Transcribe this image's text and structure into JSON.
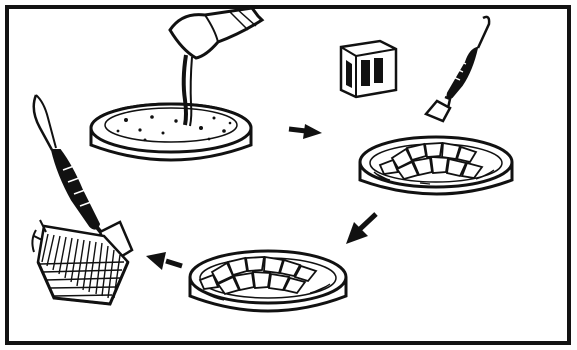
{
  "diagram": {
    "step_count": 4,
    "steps": [
      {
        "icon": "pour-into-dish-icon"
      },
      {
        "icon": "cut-in-dish-icon"
      },
      {
        "icon": "pieces-in-dish-icon"
      },
      {
        "icon": "cell-strainer-icon"
      }
    ],
    "flow": [
      "step-1",
      "step-2",
      "step-3",
      "step-4"
    ],
    "colors": {
      "ink": "#111111",
      "paper": "#ffffff",
      "background": "#fdfdfd"
    }
  }
}
